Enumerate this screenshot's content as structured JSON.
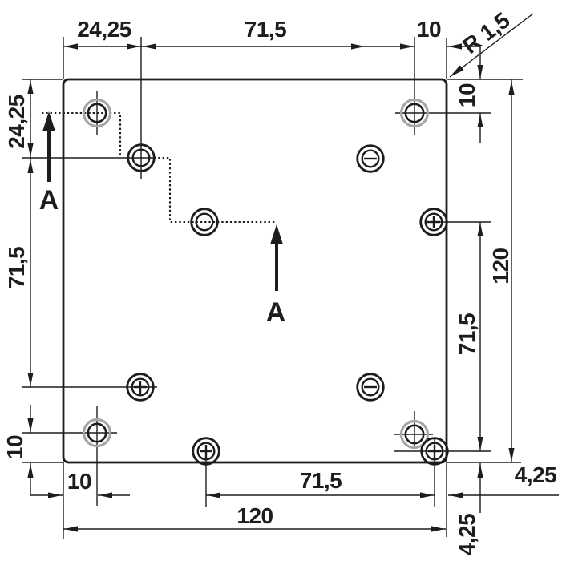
{
  "drawing": {
    "kind": "technical-dimension-drawing",
    "units_style": "metric comma decimals",
    "section": {
      "label_left": "A",
      "label_mid": "A"
    },
    "dims": {
      "top_left": "24,25",
      "top_mid": "71,5",
      "top_right": "10",
      "corner_radius": "R 1,5",
      "left_top": "24,25",
      "left_mid": "71,5",
      "left_bottom": "10",
      "right_top": "10",
      "right_mid": "71,5",
      "right_overall": "120",
      "bottom_left": "10",
      "bottom_mid": "71,5",
      "bottom_overall": "120",
      "bottom_right_offset": "4,25",
      "bottom_corner_offset": "4,25"
    },
    "colors": {
      "line": "#1d1d1b",
      "ghost_hole": "#a6a6a5",
      "background": "#ffffff"
    }
  }
}
